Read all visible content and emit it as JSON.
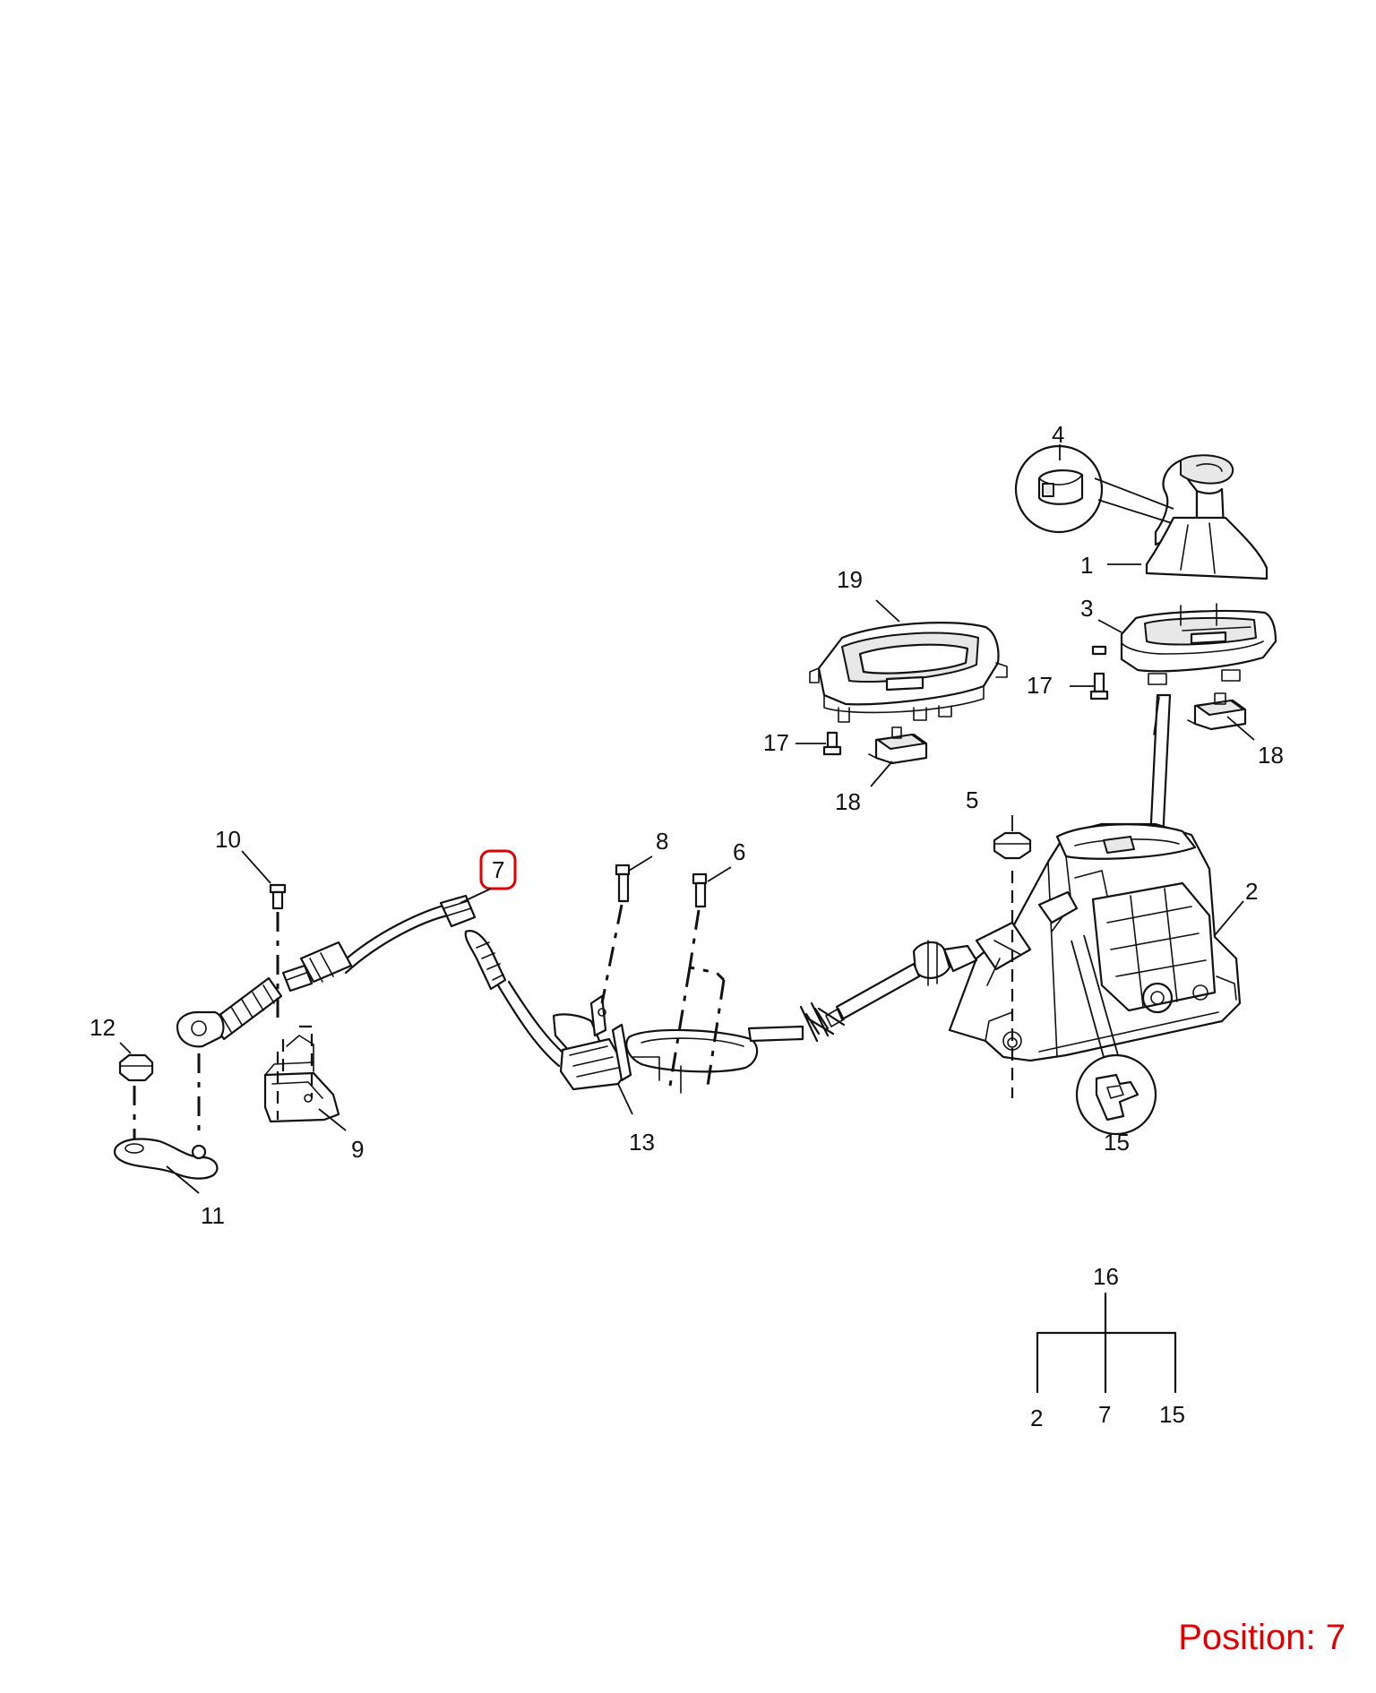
{
  "callouts": {
    "c1": "1",
    "c2": "2",
    "c3": "3",
    "c4": "4",
    "c5": "5",
    "c6": "6",
    "c7": "7",
    "c8": "8",
    "c9": "9",
    "c10": "10",
    "c11": "11",
    "c12": "12",
    "c13": "13",
    "c15": "15",
    "c17a": "17",
    "c17b": "17",
    "c18a": "18",
    "c18b": "18",
    "c19": "19"
  },
  "kit": {
    "title": "16",
    "items": [
      "2",
      "7",
      "15"
    ]
  },
  "highlight": {
    "label": "Position: 7",
    "part": "7",
    "color": "#e00000"
  }
}
